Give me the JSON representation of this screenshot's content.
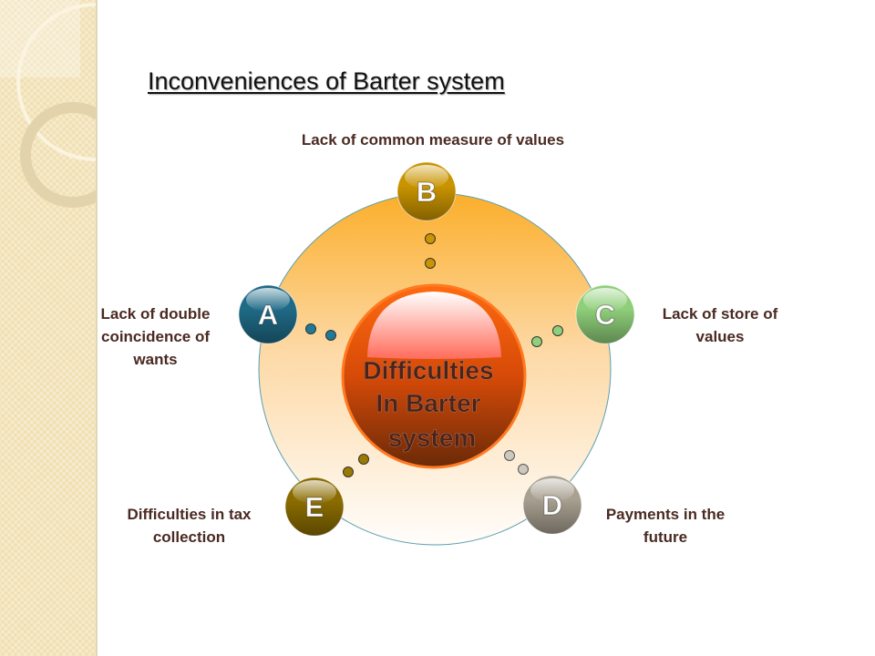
{
  "title": "Inconveniences of Barter system",
  "center": {
    "line1": "Difficulties",
    "line2": "In Barter",
    "line3": "system"
  },
  "nodes": [
    {
      "letter": "A",
      "label": "Lack of double coincidence of wants",
      "color": "#1f6a86"
    },
    {
      "letter": "B",
      "label": "Lack of common measure of values",
      "color": "#c99400"
    },
    {
      "letter": "C",
      "label": "Lack of store of values",
      "color": "#8fcf7a"
    },
    {
      "letter": "D",
      "label": "Payments in the future",
      "color": "#a8a090"
    },
    {
      "letter": "E",
      "label": "Difficulties in tax collection",
      "color": "#8a6c00"
    }
  ]
}
